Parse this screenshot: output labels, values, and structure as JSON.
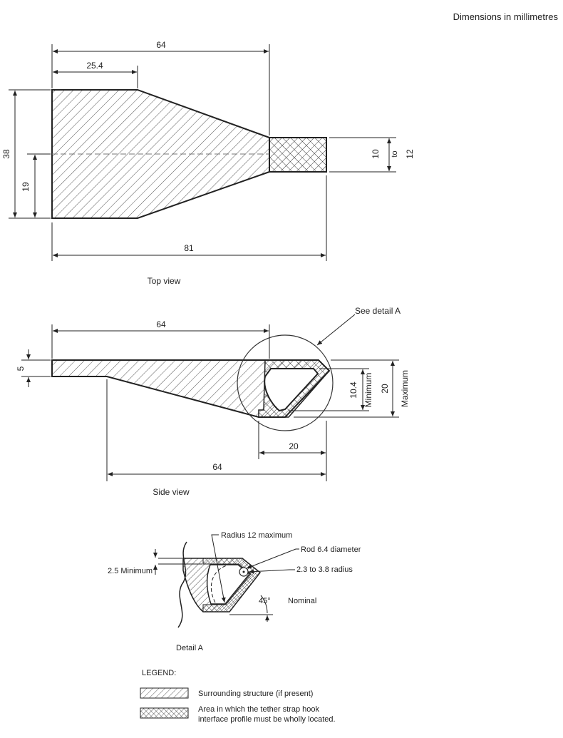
{
  "header": {
    "units_note": "Dimensions in millimetres"
  },
  "top_view": {
    "caption": "Top view",
    "dim_overall_top": "64",
    "dim_flat_top": "25.4",
    "dim_total_bottom": "81",
    "dim_height": "38",
    "dim_half_height": "19",
    "dim_tip_range": {
      "from": "10",
      "to_word": "to",
      "to": "12"
    }
  },
  "side_view": {
    "caption": "Side view",
    "detail_callout": "See detail A",
    "dim_top": "64",
    "dim_bottom": "64",
    "dim_hook_width": "20",
    "dim_thickness": "5",
    "dim_min_value": "10.4",
    "dim_min_label": "Minimum",
    "dim_max_value": "20",
    "dim_max_label": "Maximum"
  },
  "detail_a": {
    "caption": "Detail A",
    "radius_note": "Radius 12 maximum",
    "rod_note": "Rod 6.4  diameter",
    "radius_range_note": "2.3 to 3.8 radius",
    "min_note": "2.5 Minimum",
    "angle_value": "45°",
    "angle_label": "Nominal"
  },
  "legend": {
    "title": "LEGEND:",
    "items": [
      {
        "line1": "Surrounding structure (if present)",
        "line2": ""
      },
      {
        "line1": "Area in which the tether strap hook",
        "line2": "interface profile must be wholly located."
      }
    ]
  }
}
